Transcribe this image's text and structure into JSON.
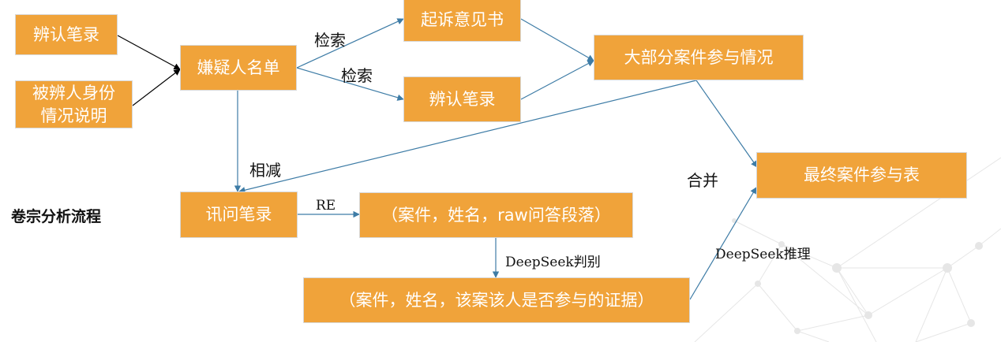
{
  "boxes": {
    "bianren_1": "辨认笔录",
    "beibianren": "被辨人身份\n情况说明",
    "xianyi": "嫌疑人名单",
    "qisu": "起诉意见书",
    "bianren_2": "辨认笔录",
    "dabufen": "大部分案件参与情况",
    "zuizhong": "最终案件参与表",
    "xunwen": "讯问笔录",
    "raw": "（案件，姓名，raw问答段落）",
    "zhengju": "（案件，姓名，该案该人是否参与的证据）"
  },
  "labels": {
    "jiansuo_1": "检索",
    "jiansuo_2": "检索",
    "xiangjian": "相减",
    "hebing": "合并",
    "re": "RE",
    "ds_panbie": "DeepSeek判别",
    "ds_tuili": "DeepSeek推理",
    "title": "卷宗分析流程"
  },
  "colors": {
    "box_fill": "#F0A33A",
    "box_text": "#FFFFFF",
    "arrow_blue": "#3E7CA6",
    "arrow_black": "#000000"
  }
}
